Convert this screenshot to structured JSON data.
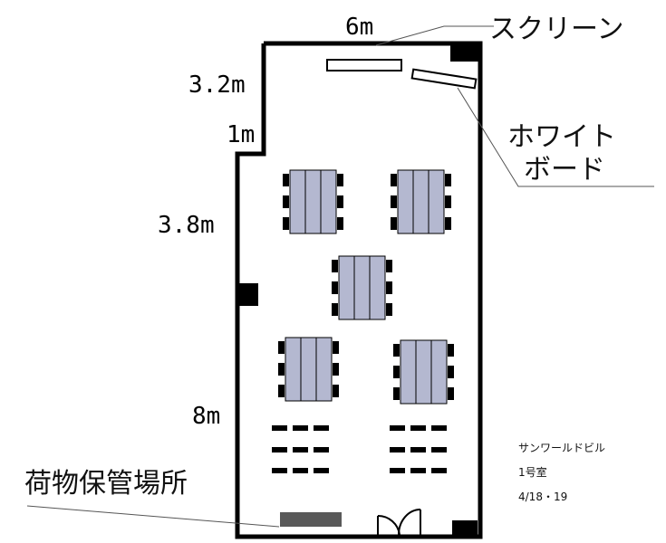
{
  "dimensions": {
    "top_width": "6m",
    "upper_left": "3.2m",
    "step": "1m",
    "middle_left": "3.8m",
    "lower_left": "8m"
  },
  "labels": {
    "screen": "スクリーン",
    "whiteboard_line1": "ホワイト",
    "whiteboard_line2": "ボード",
    "storage": "荷物保管場所"
  },
  "info": {
    "building": "サンワールドビル",
    "room": "1号室",
    "dates": "4/18・19"
  },
  "colors": {
    "wall": "#000000",
    "table": "#b4b8d0",
    "chair": "#000000",
    "storage": "#595959",
    "leader_line": "#555555"
  }
}
